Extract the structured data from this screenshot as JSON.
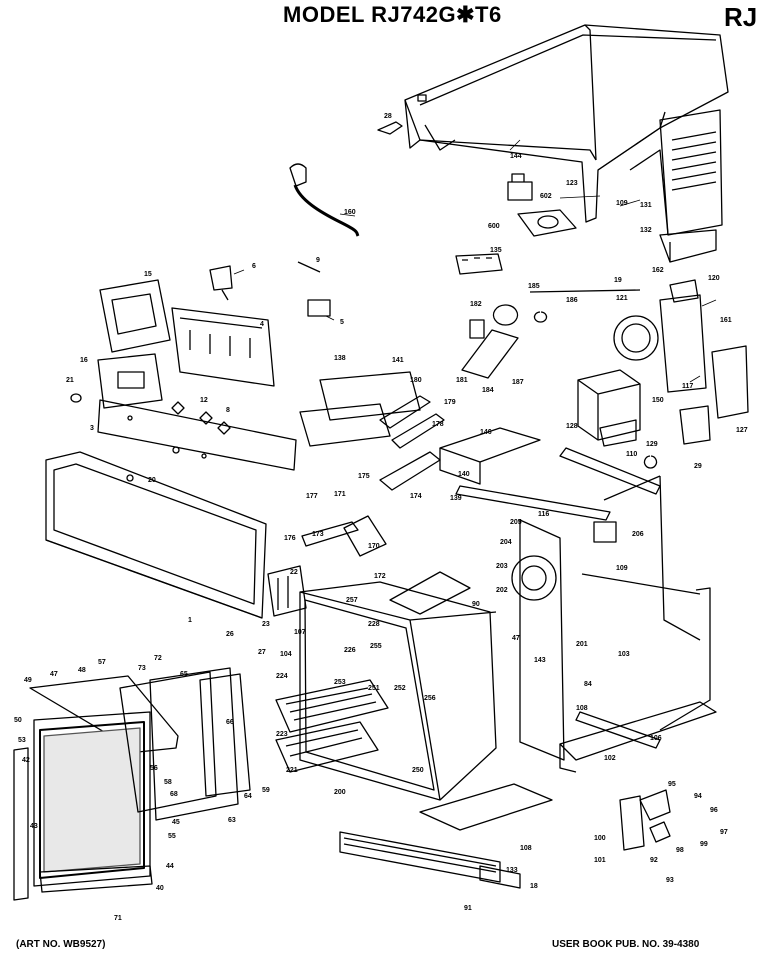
{
  "header": {
    "model": "MODEL  RJ742G✱T6",
    "code": "RJ"
  },
  "footer": {
    "art_no": "(ART NO. WB9527)",
    "user_book": "USER BOOK PUB. NO. 39-4380"
  },
  "callouts": [
    {
      "id": "c-28",
      "text": "28"
    },
    {
      "id": "c-144",
      "text": "144"
    },
    {
      "id": "c-123",
      "text": "123"
    },
    {
      "id": "c-131",
      "text": "131"
    },
    {
      "id": "c-132",
      "text": "132"
    },
    {
      "id": "c-109a",
      "text": "109"
    },
    {
      "id": "c-160",
      "text": "160"
    },
    {
      "id": "c-602",
      "text": "602"
    },
    {
      "id": "c-600",
      "text": "600"
    },
    {
      "id": "c-135",
      "text": "135"
    },
    {
      "id": "c-6",
      "text": "6"
    },
    {
      "id": "c-9",
      "text": "9"
    },
    {
      "id": "c-15",
      "text": "15"
    },
    {
      "id": "c-4",
      "text": "4"
    },
    {
      "id": "c-5",
      "text": "5"
    },
    {
      "id": "c-182",
      "text": "182"
    },
    {
      "id": "c-185",
      "text": "185"
    },
    {
      "id": "c-186",
      "text": "186"
    },
    {
      "id": "c-19",
      "text": "19"
    },
    {
      "id": "c-162",
      "text": "162"
    },
    {
      "id": "c-120",
      "text": "120"
    },
    {
      "id": "c-121",
      "text": "121"
    },
    {
      "id": "c-161",
      "text": "161"
    },
    {
      "id": "c-16",
      "text": "16"
    },
    {
      "id": "c-138",
      "text": "138"
    },
    {
      "id": "c-141",
      "text": "141"
    },
    {
      "id": "c-180",
      "text": "180"
    },
    {
      "id": "c-181",
      "text": "181"
    },
    {
      "id": "c-184",
      "text": "184"
    },
    {
      "id": "c-187",
      "text": "187"
    },
    {
      "id": "c-21",
      "text": "21"
    },
    {
      "id": "c-12",
      "text": "12"
    },
    {
      "id": "c-8",
      "text": "8"
    },
    {
      "id": "c-179",
      "text": "179"
    },
    {
      "id": "c-178",
      "text": "178"
    },
    {
      "id": "c-150",
      "text": "150"
    },
    {
      "id": "c-117",
      "text": "117"
    },
    {
      "id": "c-128",
      "text": "128"
    },
    {
      "id": "c-127",
      "text": "127"
    },
    {
      "id": "c-3",
      "text": "3"
    },
    {
      "id": "c-146",
      "text": "146"
    },
    {
      "id": "c-129",
      "text": "129"
    },
    {
      "id": "c-110",
      "text": "110"
    },
    {
      "id": "c-29",
      "text": "29"
    },
    {
      "id": "c-20",
      "text": "20"
    },
    {
      "id": "c-175",
      "text": "175"
    },
    {
      "id": "c-174",
      "text": "174"
    },
    {
      "id": "c-139",
      "text": "139"
    },
    {
      "id": "c-140",
      "text": "140"
    },
    {
      "id": "c-177",
      "text": "177"
    },
    {
      "id": "c-171",
      "text": "171"
    },
    {
      "id": "c-116",
      "text": "116"
    },
    {
      "id": "c-205",
      "text": "205"
    },
    {
      "id": "c-206",
      "text": "206"
    },
    {
      "id": "c-176",
      "text": "176"
    },
    {
      "id": "c-173",
      "text": "173"
    },
    {
      "id": "c-170",
      "text": "170"
    },
    {
      "id": "c-204",
      "text": "204"
    },
    {
      "id": "c-203",
      "text": "203"
    },
    {
      "id": "c-202",
      "text": "202"
    },
    {
      "id": "c-1",
      "text": "1"
    },
    {
      "id": "c-22",
      "text": "22"
    },
    {
      "id": "c-172",
      "text": "172"
    },
    {
      "id": "c-109b",
      "text": "109"
    },
    {
      "id": "c-257",
      "text": "257"
    },
    {
      "id": "c-228",
      "text": "228"
    },
    {
      "id": "c-90",
      "text": "90"
    },
    {
      "id": "c-47a",
      "text": "47"
    },
    {
      "id": "c-201",
      "text": "201"
    },
    {
      "id": "c-26",
      "text": "26"
    },
    {
      "id": "c-23",
      "text": "23"
    },
    {
      "id": "c-27",
      "text": "27"
    },
    {
      "id": "c-104",
      "text": "104"
    },
    {
      "id": "c-107",
      "text": "107"
    },
    {
      "id": "c-226",
      "text": "226"
    },
    {
      "id": "c-255",
      "text": "255"
    },
    {
      "id": "c-143",
      "text": "143"
    },
    {
      "id": "c-103",
      "text": "103"
    },
    {
      "id": "c-84",
      "text": "84"
    },
    {
      "id": "c-47b",
      "text": "47"
    },
    {
      "id": "c-48",
      "text": "48"
    },
    {
      "id": "c-57",
      "text": "57"
    },
    {
      "id": "c-73",
      "text": "73"
    },
    {
      "id": "c-72",
      "text": "72"
    },
    {
      "id": "c-65",
      "text": "65"
    },
    {
      "id": "c-224",
      "text": "224"
    },
    {
      "id": "c-253",
      "text": "253"
    },
    {
      "id": "c-251",
      "text": "251"
    },
    {
      "id": "c-252",
      "text": "252"
    },
    {
      "id": "c-256",
      "text": "256"
    },
    {
      "id": "c-49",
      "text": "49"
    },
    {
      "id": "c-50",
      "text": "50"
    },
    {
      "id": "c-53",
      "text": "53"
    },
    {
      "id": "c-66",
      "text": "66"
    },
    {
      "id": "c-223",
      "text": "223"
    },
    {
      "id": "c-221",
      "text": "221"
    },
    {
      "id": "c-250",
      "text": "250"
    },
    {
      "id": "c-200",
      "text": "200"
    },
    {
      "id": "c-108a",
      "text": "108"
    },
    {
      "id": "c-106",
      "text": "106"
    },
    {
      "id": "c-102",
      "text": "102"
    },
    {
      "id": "c-42",
      "text": "42"
    },
    {
      "id": "c-56",
      "text": "56"
    },
    {
      "id": "c-64",
      "text": "64"
    },
    {
      "id": "c-58",
      "text": "58"
    },
    {
      "id": "c-68",
      "text": "68"
    },
    {
      "id": "c-63",
      "text": "63"
    },
    {
      "id": "c-59",
      "text": "59"
    },
    {
      "id": "c-45",
      "text": "45"
    },
    {
      "id": "c-55",
      "text": "55"
    },
    {
      "id": "c-43",
      "text": "43"
    },
    {
      "id": "c-44",
      "text": "44"
    },
    {
      "id": "c-40",
      "text": "40"
    },
    {
      "id": "c-71",
      "text": "71"
    },
    {
      "id": "c-108b",
      "text": "108"
    },
    {
      "id": "c-133",
      "text": "133"
    },
    {
      "id": "c-18",
      "text": "18"
    },
    {
      "id": "c-91",
      "text": "91"
    },
    {
      "id": "c-95",
      "text": "95"
    },
    {
      "id": "c-94",
      "text": "94"
    },
    {
      "id": "c-96",
      "text": "96"
    },
    {
      "id": "c-97",
      "text": "97"
    },
    {
      "id": "c-100",
      "text": "100"
    },
    {
      "id": "c-101",
      "text": "101"
    },
    {
      "id": "c-99",
      "text": "99"
    },
    {
      "id": "c-98",
      "text": "98"
    },
    {
      "id": "c-93",
      "text": "93"
    },
    {
      "id": "c-92",
      "text": "92"
    }
  ]
}
